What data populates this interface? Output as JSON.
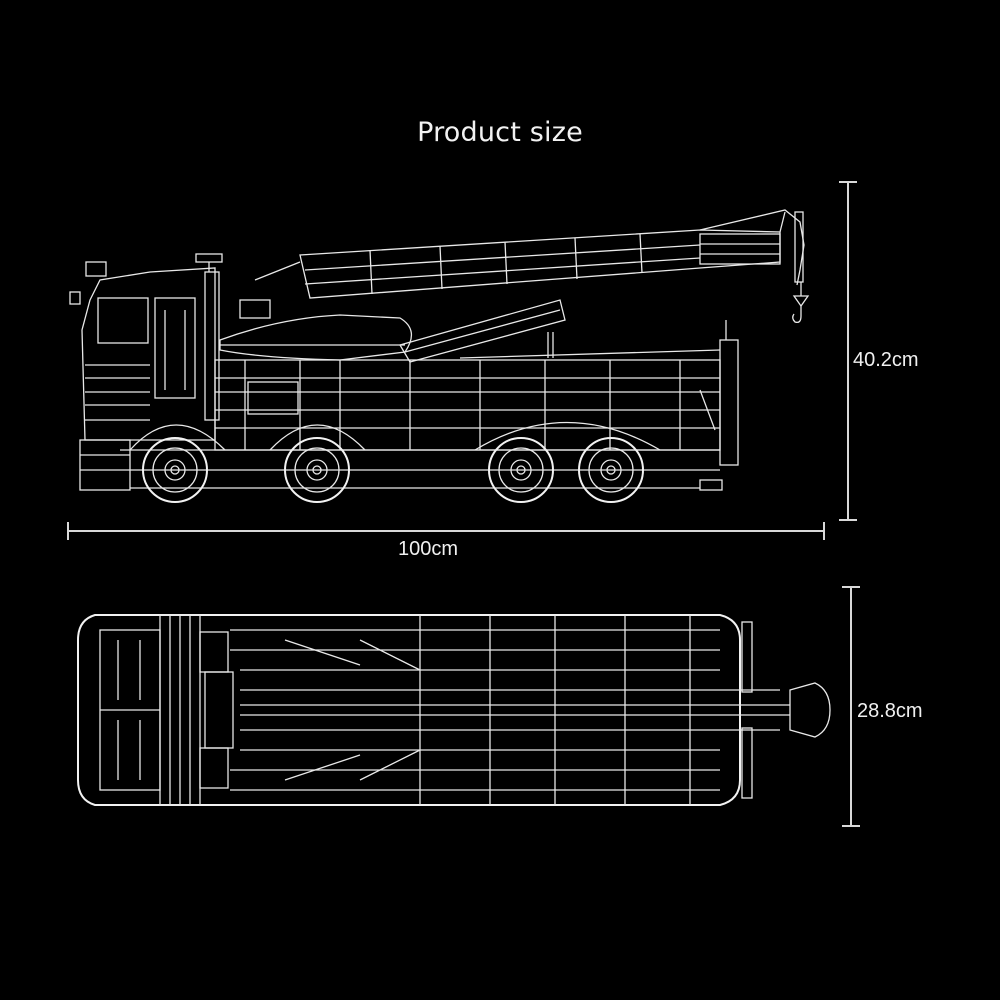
{
  "title": "Product size",
  "side_view": {
    "subject": "crane-truck-side-elevation",
    "length_label": "100cm",
    "height_label": "40.2cm"
  },
  "top_view": {
    "subject": "crane-truck-top-plan",
    "width_label": "28.8cm"
  },
  "colors": {
    "background": "#000000",
    "line_art": "#e8e8e8",
    "text": "#f2f2f2"
  }
}
